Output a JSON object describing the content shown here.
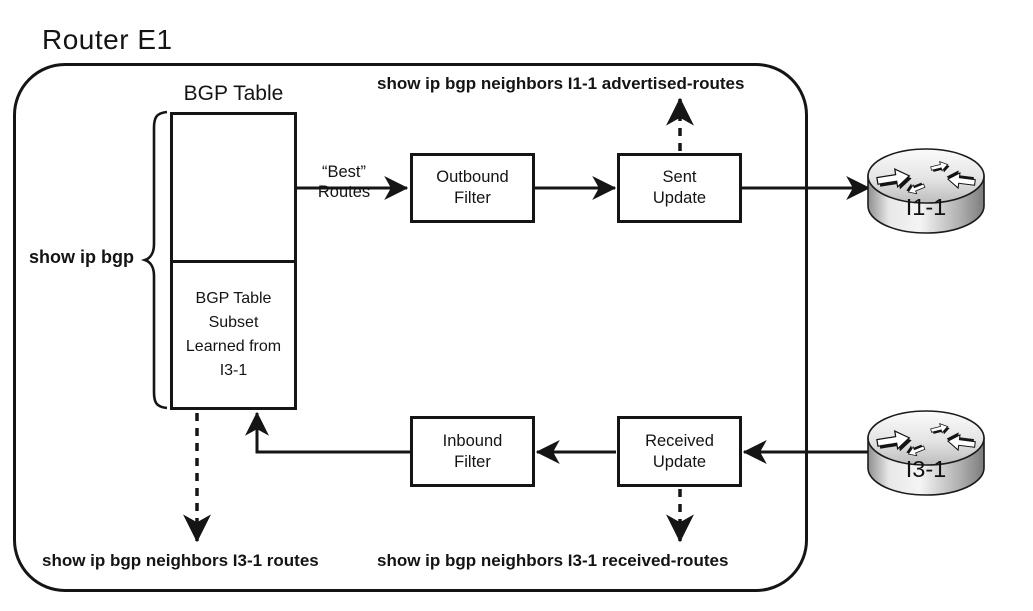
{
  "diagram": {
    "title": "Router E1",
    "bgp_table": {
      "heading": "BGP Table",
      "subset_label": "BGP Table\nSubset\nLearned from\nI3-1"
    },
    "labels": {
      "show_ip_bgp": "show ip bgp",
      "best_routes": "“Best”\nRoutes"
    },
    "boxes": {
      "outbound_filter": "Outbound\nFilter",
      "sent_update": "Sent\nUpdate",
      "inbound_filter": "Inbound\nFilter",
      "received_update": "Received\nUpdate"
    },
    "commands": {
      "advertised": "show ip bgp neighbors I1-1 advertised-routes",
      "neighbor_routes": "show ip bgp neighbors I3-1 routes",
      "received": "show ip bgp neighbors I3-1 received-routes"
    },
    "routers": [
      {
        "id": "I1-1",
        "label": "I1-1"
      },
      {
        "id": "I3-1",
        "label": "I3-1"
      }
    ],
    "colors": {
      "ink": "#151515",
      "background": "#ffffff",
      "router_body_light": "#f4f4f4",
      "router_body_dark": "#7d7d7d"
    }
  }
}
